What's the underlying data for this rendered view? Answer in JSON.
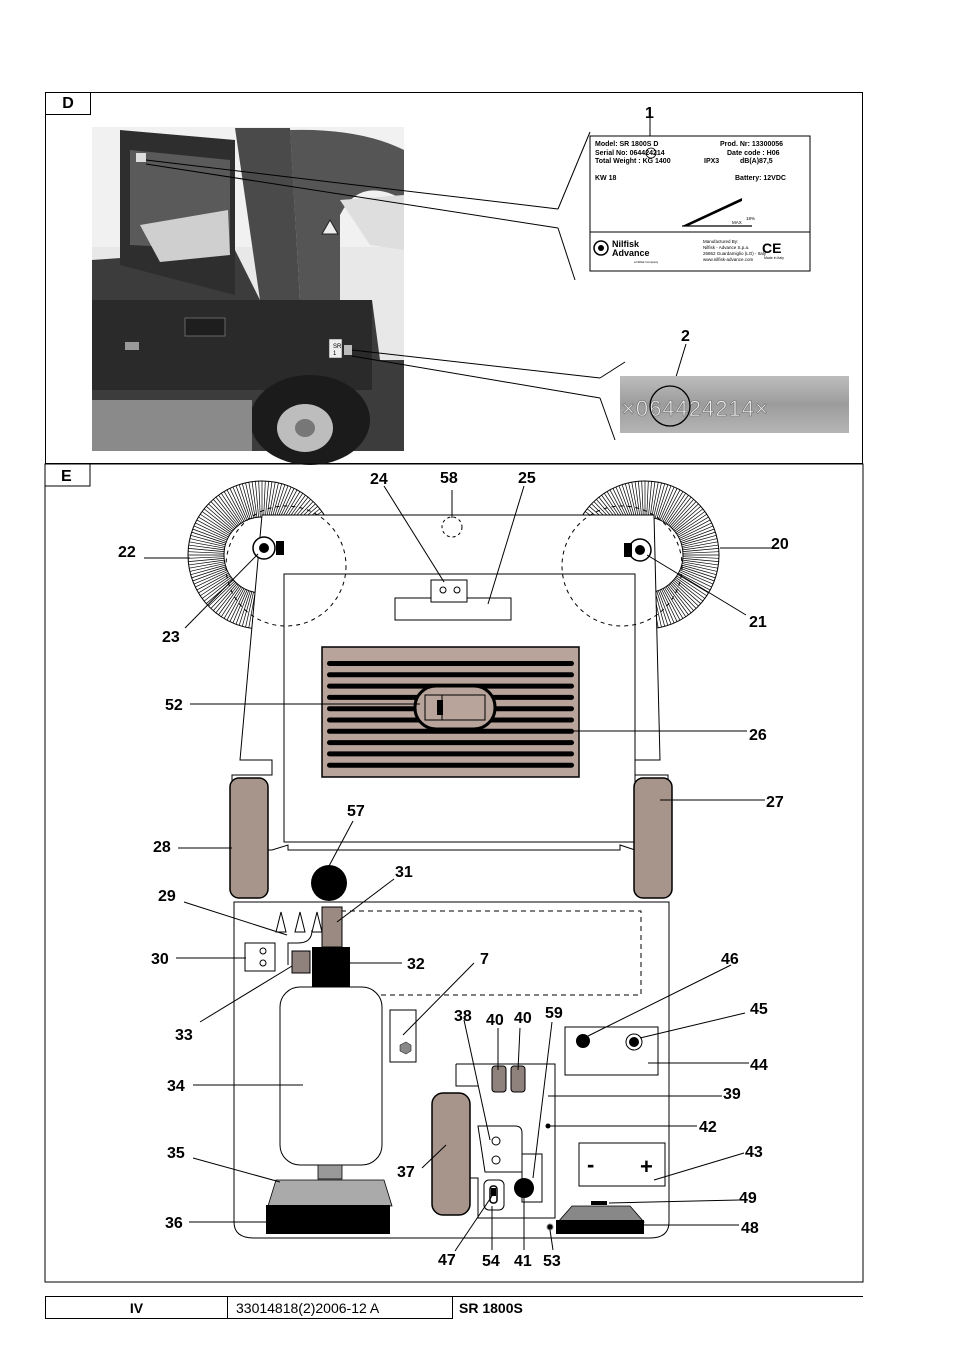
{
  "panel_d": {
    "tag": "D",
    "callouts": [
      "1",
      "2"
    ],
    "photo_sticker": "SR\n1",
    "nameplate": {
      "model": "Model: SR 1800S D",
      "serial": "Serial No: 064424214",
      "weight": "Total Weight : KG 1400",
      "prod": "Prod. Nr: 13300056",
      "date_code": "Date code : H06",
      "ipx": "IPX3",
      "db": "dB(A)87,5",
      "kw": "KW 18",
      "battery": "Battery: 12VDC",
      "slope_max": "MAX",
      "slope_pct": "18%",
      "brand_line1": "Nilfisk",
      "brand_line2": "Advance",
      "brand_line3": "a Nilfisk Company",
      "mfg1": "Manufactured By:",
      "mfg2": "Nilfisk - Advance S.p.a.",
      "mfg3": "26862 Guardamiglio (LO) - Italy",
      "mfg4": "www.nilfisk-advance.com",
      "ce": "CE",
      "made": "Made in Italy"
    },
    "serial_stamp": "×064424214×"
  },
  "panel_e": {
    "tag": "E",
    "callouts": {
      "c24": "24",
      "c58": "58",
      "c25": "25",
      "c22": "22",
      "c20": "20",
      "c23": "23",
      "c21": "21",
      "c52": "52",
      "c26": "26",
      "c27": "27",
      "c57": "57",
      "c28": "28",
      "c31": "31",
      "c29": "29",
      "c30": "30",
      "c32": "32",
      "c7": "7",
      "c46": "46",
      "c45": "45",
      "c33": "33",
      "c38": "38",
      "c40a": "40",
      "c40b": "40",
      "c59": "59",
      "c44": "44",
      "c34": "34",
      "c39": "39",
      "c42": "42",
      "c35": "35",
      "c37": "37",
      "c43": "43",
      "c49": "49",
      "c36": "36",
      "c48": "48",
      "c47": "47",
      "c54": "54",
      "c41": "41",
      "c53": "53"
    },
    "battery_minus": "-",
    "battery_plus": "+"
  },
  "footer": {
    "page": "IV",
    "doc_code": "33014818(2)2006-12 A",
    "model": "SR 1800S"
  }
}
